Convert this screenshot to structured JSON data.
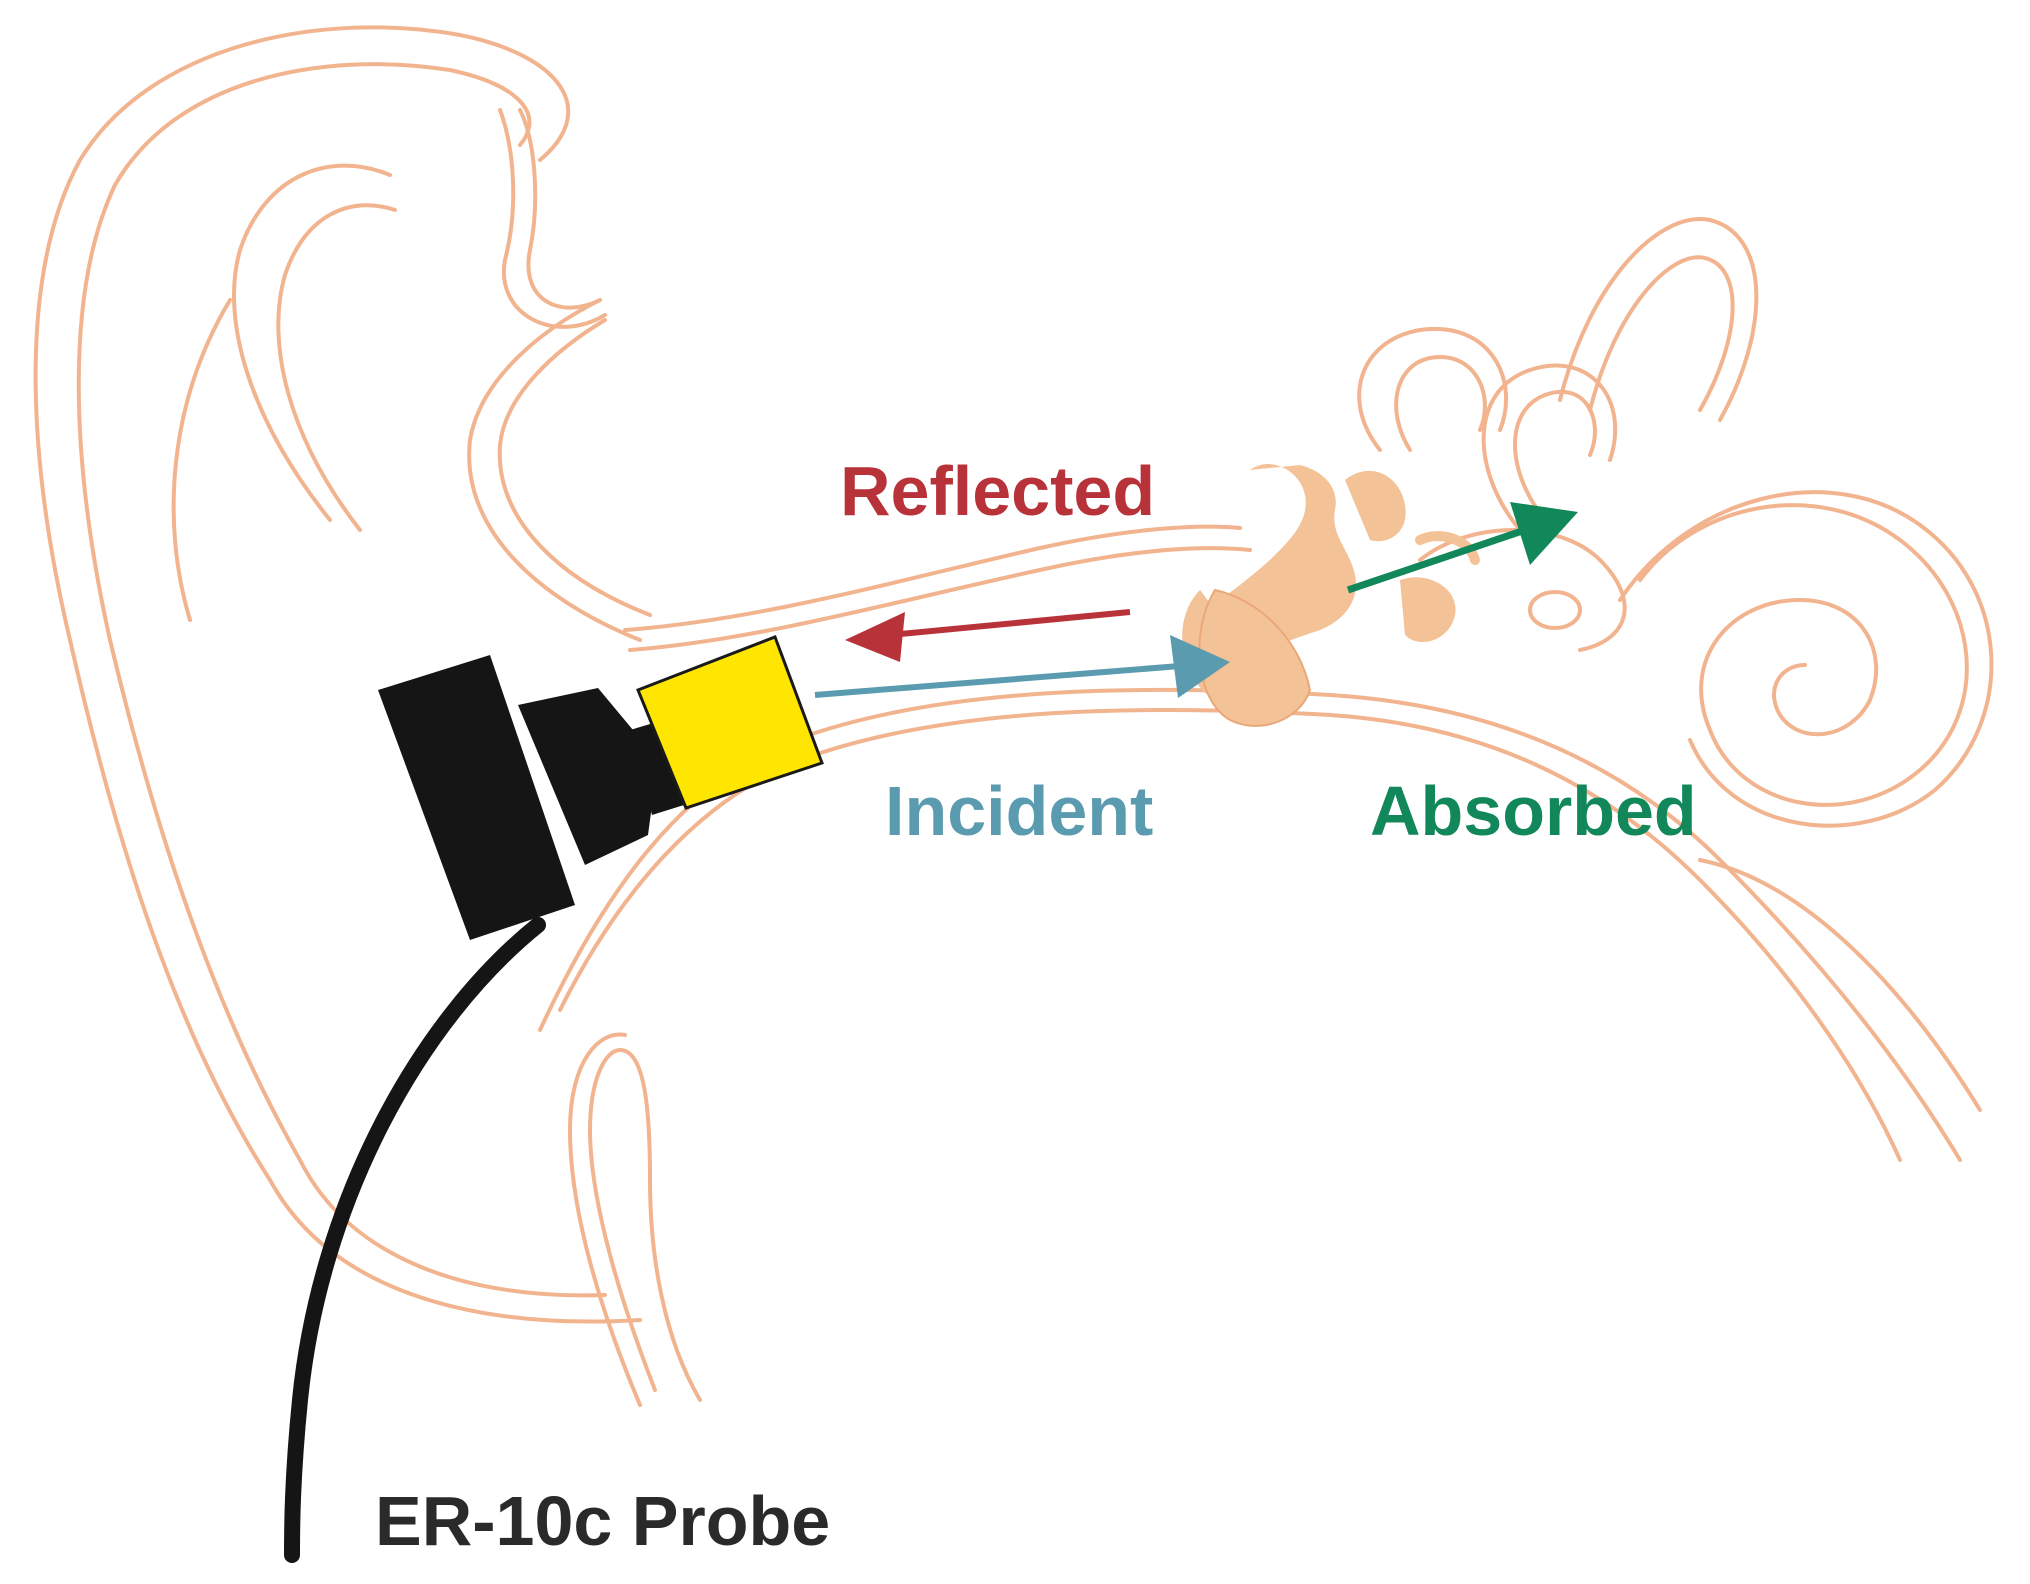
{
  "labels": {
    "reflected": "Reflected",
    "incident": "Incident",
    "absorbed": "Absorbed",
    "probe": "ER-10c Probe"
  },
  "colors": {
    "ear_outline": "#f2b48f",
    "ossicles": "#f4c297",
    "reflected": "#b8323a",
    "incident": "#5b9bb0",
    "absorbed": "#11875a",
    "probe_body": "#151515",
    "probe_tip": "#ffe600",
    "label_dark": "#2a2a2a"
  },
  "icons": {
    "probe": "er10c-probe-icon",
    "ossicles": "ossicles-icon",
    "cochlea": "cochlea-icon"
  }
}
